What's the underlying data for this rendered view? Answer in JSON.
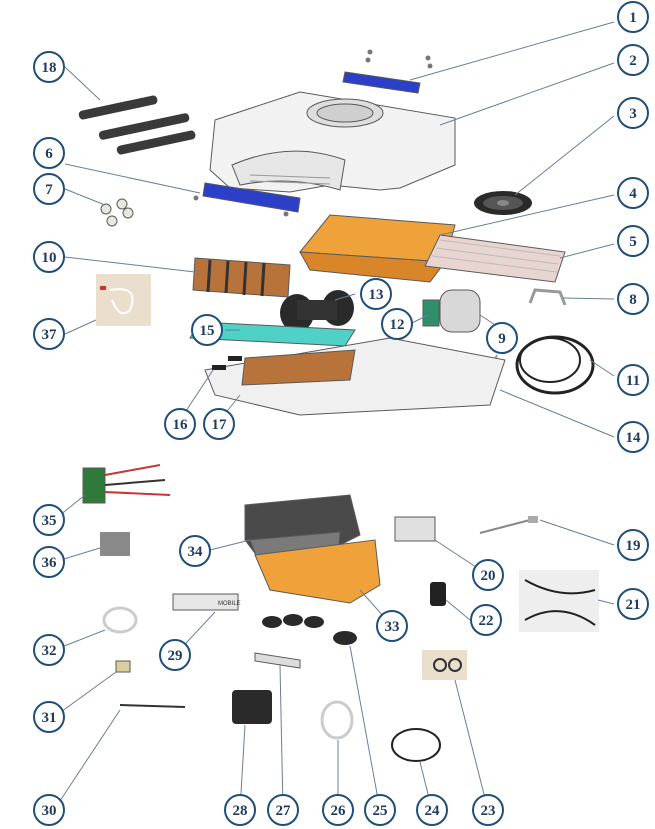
{
  "colors": {
    "callout_stroke": "#1f4e79",
    "callout_text": "#1f3a5f",
    "cover_blue": "#2b3fc9",
    "tray_orange": "#f0a23a",
    "fin_gray": "#c9c9c9",
    "copper": "#b8733a",
    "filter_cyan": "#4fd1c7",
    "shell_white": "#f2f2f2",
    "foam_dark": "#4a4a4a",
    "cable_black": "#222222",
    "grille_black": "#2a2a2a",
    "valve_green": "#2f8f6a"
  },
  "callouts": [
    {
      "id": "1",
      "label": "1"
    },
    {
      "id": "2",
      "label": "2"
    },
    {
      "id": "3",
      "label": "3"
    },
    {
      "id": "4",
      "label": "4"
    },
    {
      "id": "5",
      "label": "5"
    },
    {
      "id": "6",
      "label": "6"
    },
    {
      "id": "7",
      "label": "7"
    },
    {
      "id": "8",
      "label": "8"
    },
    {
      "id": "9",
      "label": "9"
    },
    {
      "id": "10",
      "label": "10"
    },
    {
      "id": "11",
      "label": "11"
    },
    {
      "id": "12",
      "label": "12"
    },
    {
      "id": "13",
      "label": "13"
    },
    {
      "id": "14",
      "label": "14"
    },
    {
      "id": "15",
      "label": "15"
    },
    {
      "id": "16",
      "label": "16"
    },
    {
      "id": "17",
      "label": "17"
    },
    {
      "id": "18",
      "label": "18"
    },
    {
      "id": "19",
      "label": "19"
    },
    {
      "id": "20",
      "label": "20"
    },
    {
      "id": "21",
      "label": "21"
    },
    {
      "id": "22",
      "label": "22"
    },
    {
      "id": "23",
      "label": "23"
    },
    {
      "id": "24",
      "label": "24"
    },
    {
      "id": "25",
      "label": "25"
    },
    {
      "id": "26",
      "label": "26"
    },
    {
      "id": "27",
      "label": "27"
    },
    {
      "id": "28",
      "label": "28"
    },
    {
      "id": "29",
      "label": "29"
    },
    {
      "id": "30",
      "label": "30"
    },
    {
      "id": "31",
      "label": "31"
    },
    {
      "id": "32",
      "label": "32"
    },
    {
      "id": "33",
      "label": "33"
    },
    {
      "id": "34",
      "label": "34"
    },
    {
      "id": "35",
      "label": "35"
    },
    {
      "id": "36",
      "label": "36"
    },
    {
      "id": "37",
      "label": "37"
    }
  ],
  "tray_text": "",
  "panel_brand": "MOBILE"
}
